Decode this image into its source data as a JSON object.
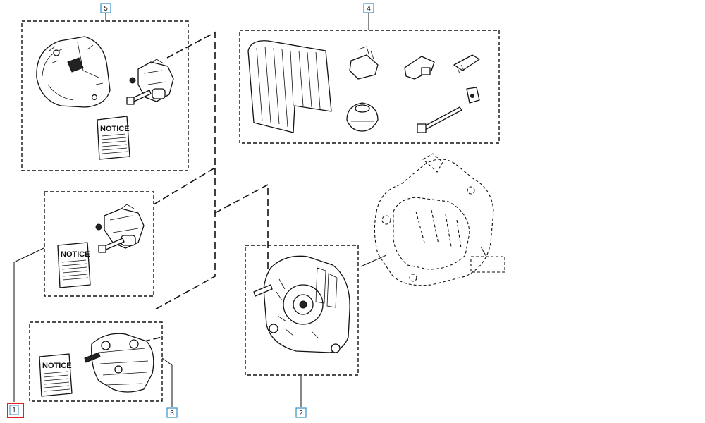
{
  "diagram": {
    "callouts": [
      {
        "id": "1",
        "label": "1",
        "selected": true
      },
      {
        "id": "2",
        "label": "2",
        "selected": false
      },
      {
        "id": "3",
        "label": "3",
        "selected": false
      },
      {
        "id": "4",
        "label": "4",
        "selected": false
      },
      {
        "id": "5",
        "label": "5",
        "selected": false
      }
    ],
    "notice_label": "NOTICE",
    "colors": {
      "callout_border": "#3a8fc9",
      "selected_border": "#e0201c",
      "line": "#111111",
      "background": "#ffffff"
    }
  }
}
